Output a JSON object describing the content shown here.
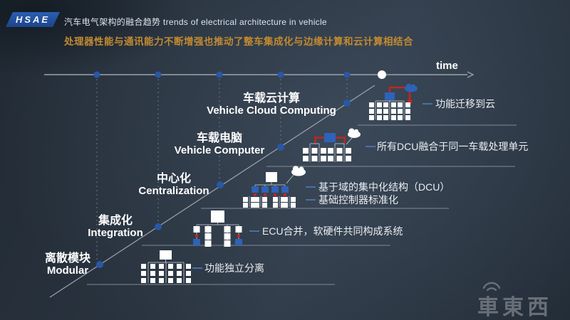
{
  "header": {
    "logo_text": "HSAE",
    "title": "汽车电气架构的融合趋势 trends of electrical architecture in vehicle",
    "subtitle": "处理器性能与通讯能力不断增强也推动了整车集成化与边缘计算和云计算相结合"
  },
  "timeline": {
    "axis_label": "time"
  },
  "stages": [
    {
      "name_zh": "离散模块",
      "name_en": "Modular",
      "desc": [
        "功能独立分离"
      ]
    },
    {
      "name_zh": "集成化",
      "name_en": "Integration",
      "desc": [
        "ECU合并，软硬件共同构成系统"
      ]
    },
    {
      "name_zh": "中心化",
      "name_en": "Centralization",
      "desc": [
        "基于域的集中化结构（DCU）",
        "基础控制器标准化"
      ]
    },
    {
      "name_zh": "车载电脑",
      "name_en": "Vehicle Computer",
      "desc": [
        "所有DCU融合于同一车载处理单元"
      ]
    },
    {
      "name_zh": "车载云计算",
      "name_en": "Vehicle Cloud Computing",
      "desc": [
        "功能迁移到云"
      ]
    }
  ],
  "watermark": "車東西",
  "colors": {
    "background": "#28323e",
    "accent_blue": "#2d63b8",
    "dot_blue": "#2a57a5",
    "accent_red": "#c0271e",
    "subtitle_gold": "#c28a31",
    "line_gray": "#9aa4af",
    "text_white": "#ffffff",
    "watermark_gray": "#6e757e"
  }
}
